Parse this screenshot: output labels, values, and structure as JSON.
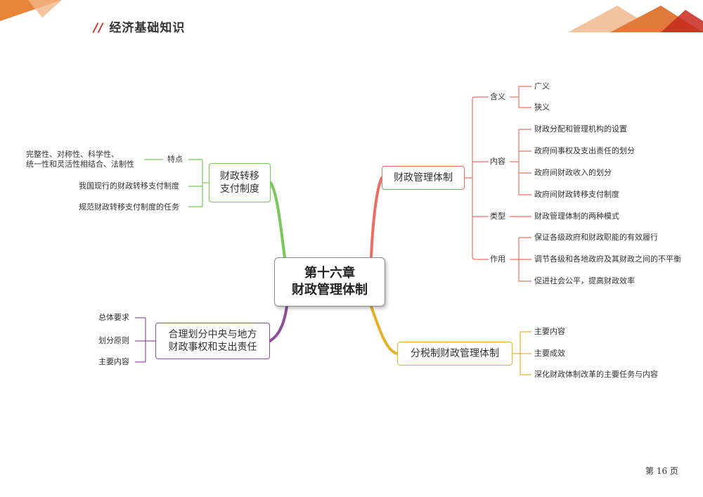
{
  "header": {
    "slash": "//",
    "title": "经济基础知识"
  },
  "central": {
    "line1": "第十六章",
    "line2": "财政管理体制"
  },
  "branch_red": {
    "label": "财政管理体制",
    "groups": [
      {
        "label": "含义",
        "items": [
          "广义",
          "狭义"
        ]
      },
      {
        "label": "内容",
        "items": [
          "财政分配和管理机构的设置",
          "政府间事权及支出责任的划分",
          "政府间财政收入的划分",
          "政府间财政转移支付制度"
        ]
      },
      {
        "label": "类型",
        "items": [
          "财政管理体制的两种模式"
        ]
      },
      {
        "label": "作用",
        "items": [
          "保证各级政府和财政职能的有效履行",
          "调节各级和各地政府及其财政之间的不平衡",
          "促进社会公平，提高财政效率"
        ]
      }
    ]
  },
  "branch_green": {
    "line1": "财政转移",
    "line2": "支付制度",
    "sub_label": "特点",
    "sub_item_line1": "完整性、对称性、科学性、",
    "sub_item_line2": "统一性和灵活性相结合、法制性",
    "items": [
      "我国现行的财政转移支付制度",
      "规范财政转移支付制度的任务"
    ]
  },
  "branch_purple": {
    "line1": "合理划分中央与地方",
    "line2": "财政事权和支出责任",
    "items": [
      "总体要求",
      "划分原则",
      "主要内容"
    ]
  },
  "branch_yellow": {
    "label": "分税制财政管理体制",
    "items": [
      "主要内容",
      "主要成效",
      "深化财政体制改革的主要任务与内容"
    ]
  },
  "footer": {
    "page": "第 16 页"
  },
  "colors": {
    "red": "#e97060",
    "green": "#78c85a",
    "purple": "#8e4e9e",
    "yellow": "#e8b02a",
    "accent": "#c8281e"
  }
}
